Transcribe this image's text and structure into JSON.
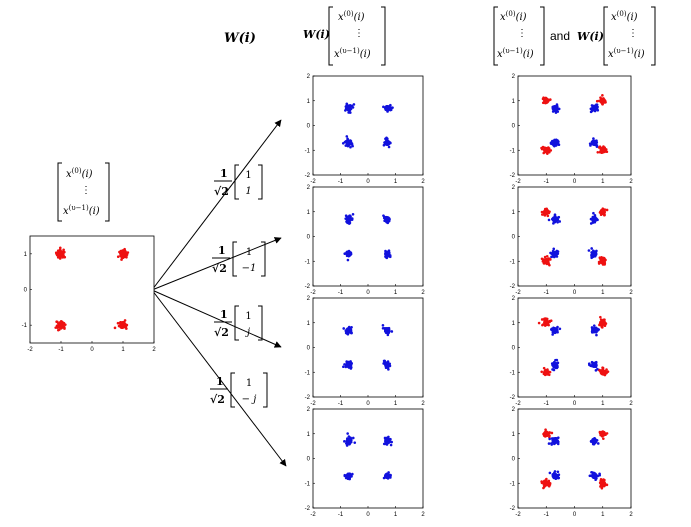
{
  "header": {
    "w_label": "W(i)",
    "w_times_x_label": "W(i)",
    "and_word": "and",
    "w_after_and": "W(i)"
  },
  "vector": {
    "top": "x",
    "top_sup": "(0)",
    "top_arg": "(i)",
    "dots": "⋮",
    "bottom": "x",
    "bottom_sup": "(υ−1)",
    "bottom_arg": "(i)"
  },
  "precoders": [
    {
      "coef_num": "1",
      "coef_den": "√2",
      "top": "1",
      "bottom": "1"
    },
    {
      "coef_num": "1",
      "coef_den": "√2",
      "top": "1",
      "bottom": "−1"
    },
    {
      "coef_num": "1",
      "coef_den": "√2",
      "top": "1",
      "bottom": "j"
    },
    {
      "coef_num": "1",
      "coef_den": "√2",
      "top": "1",
      "bottom": "− j"
    }
  ],
  "axis_ticks": {
    "large_x": [
      "-2",
      "-1",
      "0",
      "1",
      "2"
    ],
    "large_y": [
      "1",
      "0",
      "-1"
    ],
    "small_x": [
      "-2",
      "-1",
      "0",
      "1",
      "2"
    ],
    "small_y": [
      "2",
      "1",
      "0",
      "-1",
      "-2"
    ]
  },
  "colors": {
    "red": "#ee1111",
    "blue": "#1111dd"
  },
  "chart_data": [
    {
      "type": "scatter",
      "title": "",
      "xlim": [
        -2,
        2
      ],
      "ylim": [
        -1.5,
        1.5
      ],
      "series": [
        {
          "color": "red",
          "points": [
            [
              -1,
              1
            ],
            [
              1,
              1
            ],
            [
              -1,
              -1
            ],
            [
              1,
              -1
            ]
          ]
        }
      ]
    },
    {
      "type": "scatter",
      "xlim": [
        -2,
        2
      ],
      "ylim": [
        -2,
        2
      ],
      "series": [
        {
          "color": "blue",
          "points": [
            [
              -0.7,
              0.7
            ],
            [
              0.7,
              0.7
            ],
            [
              -0.7,
              -0.7
            ],
            [
              0.7,
              -0.7
            ]
          ]
        }
      ]
    },
    {
      "type": "scatter",
      "xlim": [
        -2,
        2
      ],
      "ylim": [
        -2,
        2
      ],
      "series": [
        {
          "color": "blue",
          "points": [
            [
              -0.7,
              0.7
            ],
            [
              0.7,
              0.7
            ],
            [
              -0.7,
              -0.7
            ],
            [
              0.7,
              -0.7
            ]
          ]
        }
      ]
    },
    {
      "type": "scatter",
      "xlim": [
        -2,
        2
      ],
      "ylim": [
        -2,
        2
      ],
      "series": [
        {
          "color": "blue",
          "points": [
            [
              -0.7,
              0.7
            ],
            [
              0.7,
              0.7
            ],
            [
              -0.7,
              -0.7
            ],
            [
              0.7,
              -0.7
            ]
          ]
        }
      ]
    },
    {
      "type": "scatter",
      "xlim": [
        -2,
        2
      ],
      "ylim": [
        -2,
        2
      ],
      "series": [
        {
          "color": "blue",
          "points": [
            [
              -0.7,
              0.7
            ],
            [
              0.7,
              0.7
            ],
            [
              -0.7,
              -0.7
            ],
            [
              0.7,
              -0.7
            ]
          ]
        }
      ]
    },
    {
      "type": "scatter",
      "xlim": [
        -2,
        2
      ],
      "ylim": [
        -2,
        2
      ],
      "series": [
        {
          "color": "red",
          "points": [
            [
              -1,
              1
            ],
            [
              1,
              1
            ],
            [
              -1,
              -1
            ],
            [
              1,
              -1
            ]
          ]
        },
        {
          "color": "blue",
          "points": [
            [
              -0.7,
              0.7
            ],
            [
              0.7,
              0.7
            ],
            [
              -0.7,
              -0.7
            ],
            [
              0.7,
              -0.7
            ]
          ]
        }
      ]
    },
    {
      "type": "scatter",
      "xlim": [
        -2,
        2
      ],
      "ylim": [
        -2,
        2
      ],
      "series": [
        {
          "color": "red",
          "points": [
            [
              -1,
              1
            ],
            [
              1,
              1
            ],
            [
              -1,
              -1
            ],
            [
              1,
              -1
            ]
          ]
        },
        {
          "color": "blue",
          "points": [
            [
              -0.7,
              0.7
            ],
            [
              0.7,
              0.7
            ],
            [
              -0.7,
              -0.7
            ],
            [
              0.7,
              -0.7
            ]
          ]
        }
      ]
    },
    {
      "type": "scatter",
      "xlim": [
        -2,
        2
      ],
      "ylim": [
        -2,
        2
      ],
      "series": [
        {
          "color": "red",
          "points": [
            [
              -1,
              1
            ],
            [
              1,
              1
            ],
            [
              -1,
              -1
            ],
            [
              1,
              -1
            ]
          ]
        },
        {
          "color": "blue",
          "points": [
            [
              -0.7,
              0.7
            ],
            [
              0.7,
              0.7
            ],
            [
              -0.7,
              -0.7
            ],
            [
              0.7,
              -0.7
            ]
          ]
        }
      ]
    },
    {
      "type": "scatter",
      "xlim": [
        -2,
        2
      ],
      "ylim": [
        -2,
        2
      ],
      "series": [
        {
          "color": "red",
          "points": [
            [
              -1,
              1
            ],
            [
              1,
              1
            ],
            [
              -1,
              -1
            ],
            [
              1,
              -1
            ]
          ]
        },
        {
          "color": "blue",
          "points": [
            [
              -0.7,
              0.7
            ],
            [
              0.7,
              0.7
            ],
            [
              -0.7,
              -0.7
            ],
            [
              0.7,
              -0.7
            ]
          ]
        }
      ]
    }
  ]
}
